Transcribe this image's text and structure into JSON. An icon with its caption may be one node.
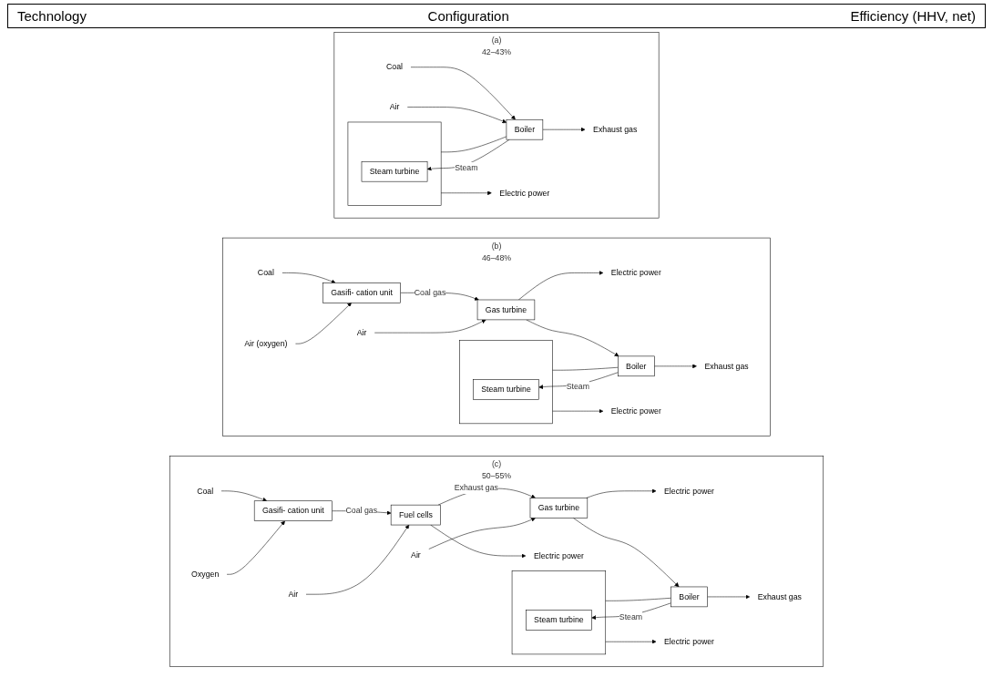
{
  "diagram": {
    "nodes": [
      {
        "text": [
          "(a)",
          "42–43%"
        ]
      },
      {
        "text": [
          "Coal"
        ],
        "in": 0
      },
      {
        "text": [
          "Air"
        ],
        "in": 0
      },
      {
        "text": [
          "Exhaust gas"
        ],
        "in": 0
      },
      {
        "text": [
          "Boiler"
        ],
        "in": 0
      },
      {
        "text": [],
        "shape": "box",
        "in": 0
      },
      {
        "text": [
          "Steam turbine"
        ],
        "in": 5
      },
      {
        "text": [
          "Electric power"
        ],
        "in": 0
      },
      {
        "text": [
          "(b)",
          "46–48%"
        ]
      },
      {
        "text": [
          "Coal"
        ],
        "in": 8
      },
      {
        "text": [
          "Air (oxygen)"
        ],
        "in": 8
      },
      {
        "text": [
          "Gasifi- cation unit"
        ],
        "in": 8
      },
      {
        "text": [
          "Electric power"
        ],
        "in": 8
      },
      {
        "text": [
          "Gas turbine"
        ],
        "in": 8
      },
      {
        "text": [
          "Air"
        ],
        "in": 8
      },
      {
        "text": [
          "Exhaust gas"
        ],
        "in": 8
      },
      {
        "text": [
          "Boiler"
        ],
        "in": 8
      },
      {
        "text": [],
        "shape": "box",
        "in": 8
      },
      {
        "text": [
          "Steam turbine"
        ],
        "in": 17
      },
      {
        "text": [
          "Electric power"
        ],
        "in": 8
      },
      {
        "text": [
          "(c)",
          "50–55%"
        ]
      },
      {
        "text": [
          "Coal"
        ],
        "in": 20
      },
      {
        "text": [
          "Oxygen"
        ],
        "in": 20
      },
      {
        "text": [
          "Gasifi- cation unit"
        ],
        "in": 20
      },
      {
        "text": [
          "Electric power"
        ],
        "in": 20
      },
      {
        "text": [
          "Fuel cells"
        ],
        "in": 20
      },
      {
        "text": [
          "Air"
        ],
        "in": 20
      },
      {
        "text": [
          "Electric power"
        ],
        "in": 20
      },
      {
        "text": [
          "Gas turbine"
        ],
        "in": 20
      },
      {
        "text": [
          "Air"
        ],
        "in": 20
      },
      {
        "text": [
          "Exhaust gas"
        ],
        "in": 20
      },
      {
        "text": [
          "Boiler"
        ],
        "in": 20
      },
      {
        "text": [],
        "shape": "box",
        "in": 20
      },
      {
        "text": [
          "Steam turbine"
        ],
        "in": 32
      },
      {
        "text": [
          "Electric power"
        ],
        "in": 20
      }
    ],
    "edges": [
      {
        "from": 1,
        "to": 4,
        "arrow": "to"
      },
      {
        "from": 2,
        "to": 4,
        "arrow": "to"
      },
      {
        "from": 4,
        "to": 3,
        "arrow": "to"
      },
      {
        "from": 4,
        "to": 6,
        "arrow": "to",
        "label": "Steam"
      },
      {
        "from": 5,
        "to": 4,
        "arrow": "none"
      },
      {
        "from": 5,
        "to": 7,
        "arrow": "to"
      },
      {
        "from": 9,
        "to": 11,
        "arrow": "to"
      },
      {
        "from": 10,
        "to": 11,
        "arrow": "to"
      },
      {
        "from": 11,
        "to": 13,
        "arrow": "to",
        "label": "Coal gas"
      },
      {
        "from": 14,
        "to": 13,
        "arrow": "to"
      },
      {
        "from": 13,
        "to": 12,
        "arrow": "to"
      },
      {
        "from": 13,
        "to": 16,
        "arrow": "to"
      },
      {
        "from": 16,
        "to": 15,
        "arrow": "to"
      },
      {
        "from": 16,
        "to": 18,
        "arrow": "to",
        "label": "Steam"
      },
      {
        "from": 17,
        "to": 16,
        "arrow": "none"
      },
      {
        "from": 17,
        "to": 19,
        "arrow": "to"
      },
      {
        "from": 21,
        "to": 23,
        "arrow": "to"
      },
      {
        "from": 22,
        "to": 23,
        "arrow": "to"
      },
      {
        "from": 23,
        "to": 25,
        "arrow": "to",
        "label": "Coal gas"
      },
      {
        "from": 26,
        "to": 25,
        "arrow": "to"
      },
      {
        "from": 25,
        "to": 24,
        "arrow": "to"
      },
      {
        "from": 25,
        "to": 28,
        "arrow": "to",
        "label": "Exhaust gas"
      },
      {
        "from": 29,
        "to": 28,
        "arrow": "to"
      },
      {
        "from": 28,
        "to": 27,
        "arrow": "to"
      },
      {
        "from": 28,
        "to": 31,
        "arrow": "to"
      },
      {
        "from": 31,
        "to": 30,
        "arrow": "to"
      },
      {
        "from": 31,
        "to": 33,
        "arrow": "to",
        "label": "Steam"
      },
      {
        "from": 32,
        "to": 31,
        "arrow": "none"
      },
      {
        "from": 32,
        "to": 34,
        "arrow": "to"
      }
    ],
    "labels": [
      "Technology",
      "Configuration",
      "Efficiency (HHV, net)"
    ]
  }
}
